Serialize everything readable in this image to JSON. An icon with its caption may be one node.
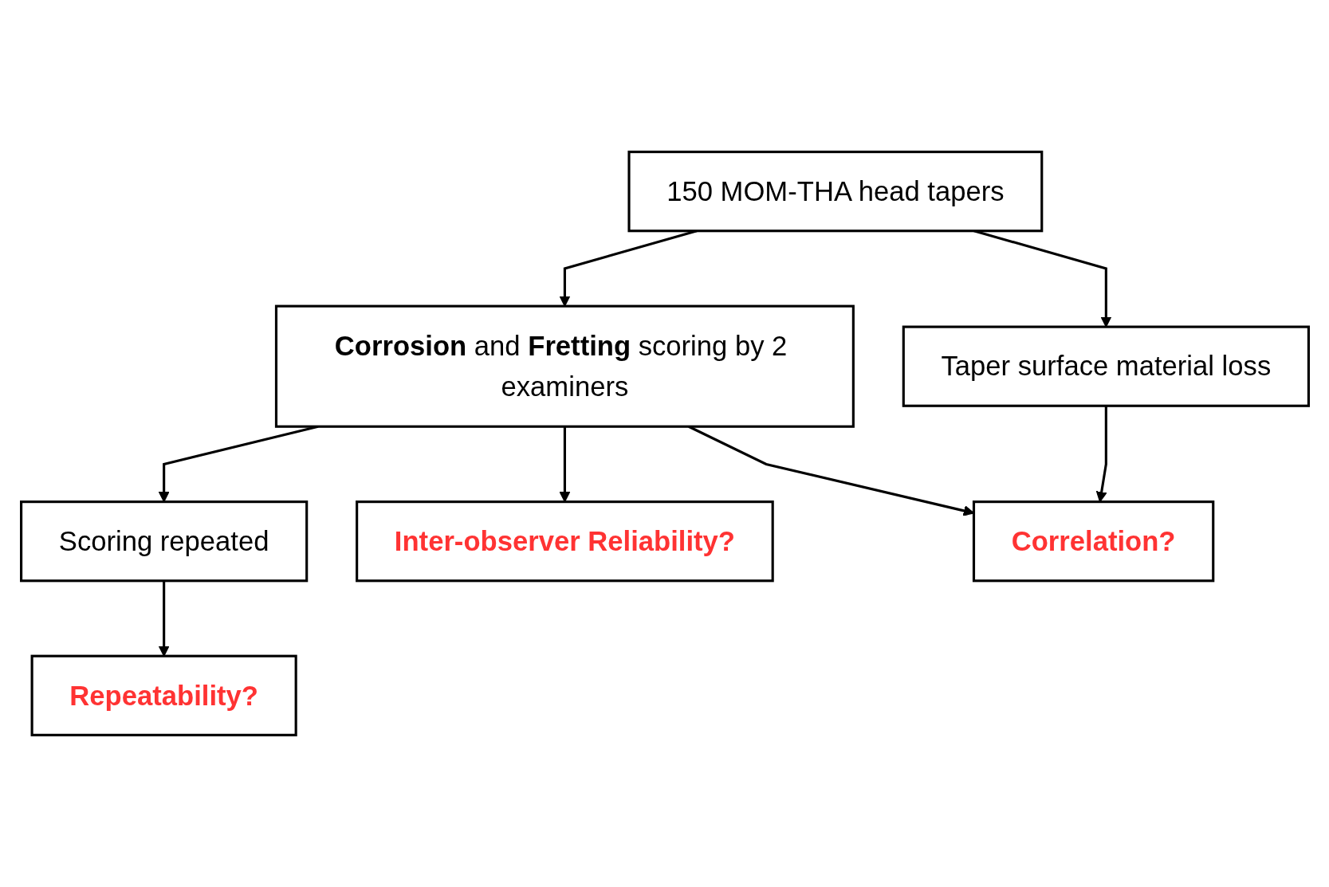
{
  "diagram": {
    "nodes": [
      {
        "text": [
          "150 MOM-THA head tapers"
        ]
      },
      {
        "text": [
          "**Corrosion** and **Fretting** scoring by 2 examiners"
        ]
      },
      {
        "text": [
          "Taper surface material loss"
        ]
      },
      {
        "text": [
          "Scoring repeated"
        ]
      },
      {
        "text": [
          "Repeatability?"
        ]
      },
      {
        "text": [
          "Inter-observer Reliability?"
        ]
      },
      {
        "text": [
          "Correlation?"
        ]
      }
    ],
    "edges": [
      {
        "from": 0,
        "to": 1,
        "arrow": "to"
      },
      {
        "from": 0,
        "to": 2,
        "arrow": "to"
      },
      {
        "from": 1,
        "to": 3,
        "arrow": "to"
      },
      {
        "from": 3,
        "to": 4,
        "arrow": "to"
      },
      {
        "from": 1,
        "to": 5,
        "arrow": "to"
      },
      {
        "from": 1,
        "to": 6,
        "arrow": "to"
      },
      {
        "from": 2,
        "to": 6,
        "arrow": "to"
      }
    ]
  }
}
